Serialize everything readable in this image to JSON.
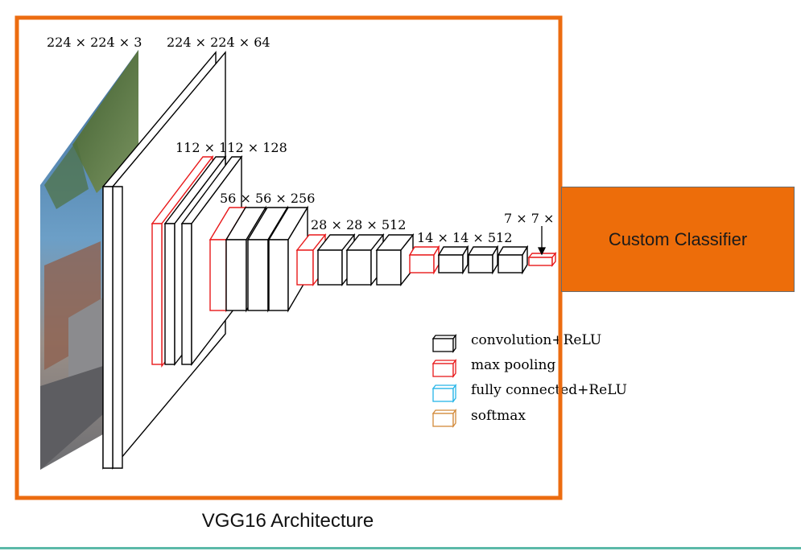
{
  "diagram": {
    "input_label": "224 × 224 × 3",
    "block1_label": "224 × 224 × 64",
    "block2_label": "112 × 112 × 128",
    "block3_label": "56 × 56 × 256",
    "block4_label": "28 × 28 × 512",
    "block5_label": "14 × 14 × 512",
    "pool5_label": "7 × 7 ×",
    "classifier_label": "Custom Classifier",
    "caption": "VGG16 Architecture",
    "legend": [
      {
        "label": "convolution+ReLU",
        "color": "#000000"
      },
      {
        "label": "max pooling",
        "color": "#e8191b"
      },
      {
        "label": "fully connected+ReLU",
        "color": "#27b5e8"
      },
      {
        "label": "softmax",
        "color": "#d28a3a"
      }
    ],
    "colors": {
      "frame": "#ec6c10",
      "conv": "#000000",
      "pool": "#e8191b",
      "classifier_fill": "#ed6d0a",
      "rule": "#5bb9a8"
    }
  }
}
